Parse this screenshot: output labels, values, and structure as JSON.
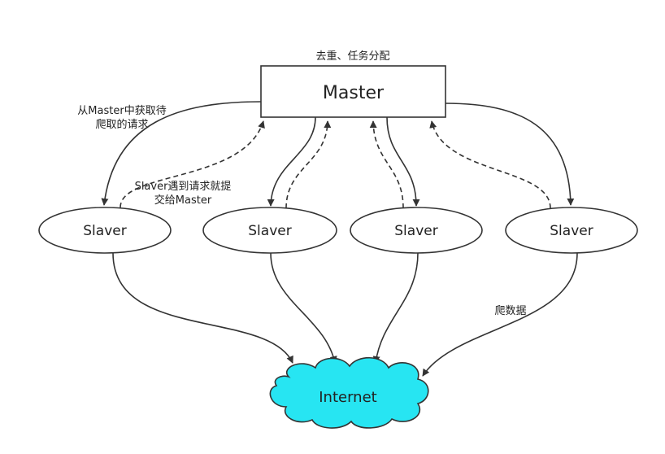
{
  "diagram": {
    "master": {
      "label": "Master",
      "caption": "去重、任务分配"
    },
    "slaves": [
      {
        "label": "Slaver"
      },
      {
        "label": "Slaver"
      },
      {
        "label": "Slaver"
      },
      {
        "label": "Slaver"
      }
    ],
    "internet": {
      "label": "Internet",
      "fill": "#27e5f2"
    },
    "annotations": {
      "get_request_1": "从Master中获取待",
      "get_request_2": "爬取的请求",
      "submit_request_1": "Slaver遇到请求就提",
      "submit_request_2": "交给Master",
      "crawl": "爬数据"
    },
    "colors": {
      "stroke": "#333333",
      "text": "#222222"
    }
  }
}
